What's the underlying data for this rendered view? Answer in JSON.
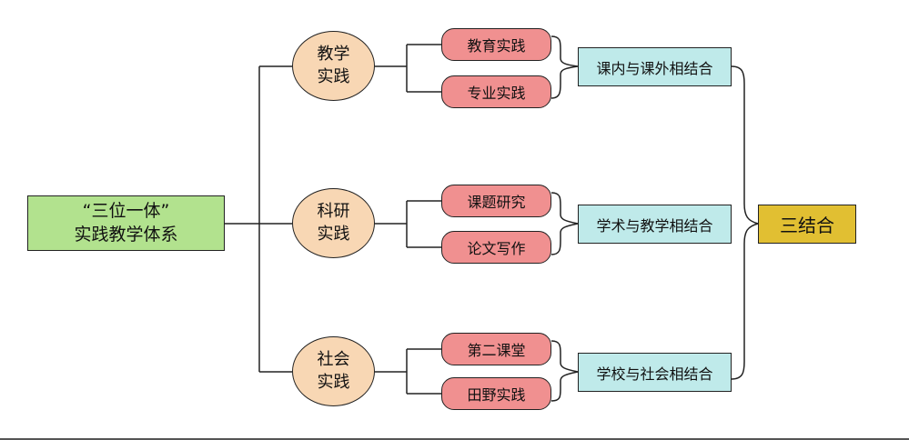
{
  "colors": {
    "root_fill": "#b2e28e",
    "category_fill": "#f8d7b4",
    "practice_fill": "#f09090",
    "combination_fill": "#bfeaea",
    "result_fill": "#e1bf32",
    "line": "#222222"
  },
  "root": {
    "line1": "“三位一体”",
    "line2": "实践教学体系"
  },
  "categories": [
    {
      "label_line1": "教学",
      "label_line2": "实践",
      "items": [
        "教育实践",
        "专业实践"
      ],
      "combination": "课内与课外相结合"
    },
    {
      "label_line1": "科研",
      "label_line2": "实践",
      "items": [
        "课题研究",
        "论文写作"
      ],
      "combination": "学术与教学相结合"
    },
    {
      "label_line1": "社会",
      "label_line2": "实践",
      "items": [
        "第二课堂",
        "田野实践"
      ],
      "combination": "学校与社会相结合"
    }
  ],
  "result": "三结合"
}
